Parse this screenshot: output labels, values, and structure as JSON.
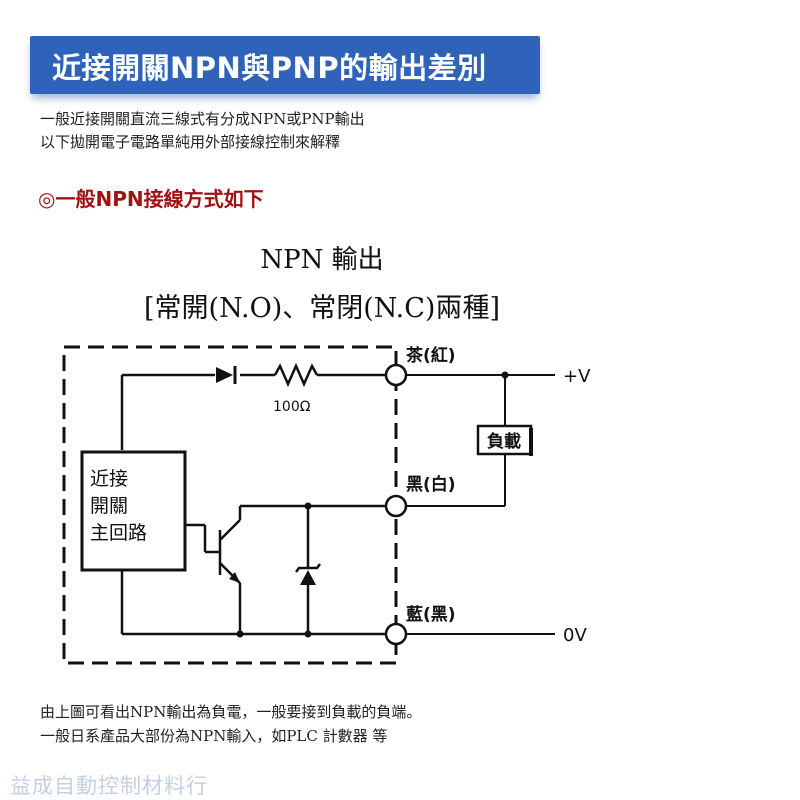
{
  "header": {
    "title": "近接開關NPN與PNP的輸出差別"
  },
  "intro": {
    "line1": "一般近接開關直流三線式有分成NPN或PNP輸出",
    "line2": "以下拋開電子電路單純用外部接線控制來解釋"
  },
  "section": {
    "heading": "◎一般NPN接線方式如下"
  },
  "diagram": {
    "title": "NPN 輸出",
    "subtitle": "[常開(N.O)、常閉(N.C)兩種]",
    "block_label": [
      "近接",
      "開關",
      "主回路"
    ],
    "resistor_label": "100Ω",
    "load_label": "負載",
    "wire_brown": "茶(紅)",
    "wire_black": "黑(白)",
    "wire_blue": "藍(黑)",
    "supply_pos": "+V",
    "supply_zero": "0V"
  },
  "footer": {
    "line1": "由上圖可看出NPN輸出為負電，一般要接到負載的負端。",
    "line2": "一般日系產品大部份為NPN輸入，如PLC 計數器 等"
  },
  "watermark": "益成自動控制材料行"
}
